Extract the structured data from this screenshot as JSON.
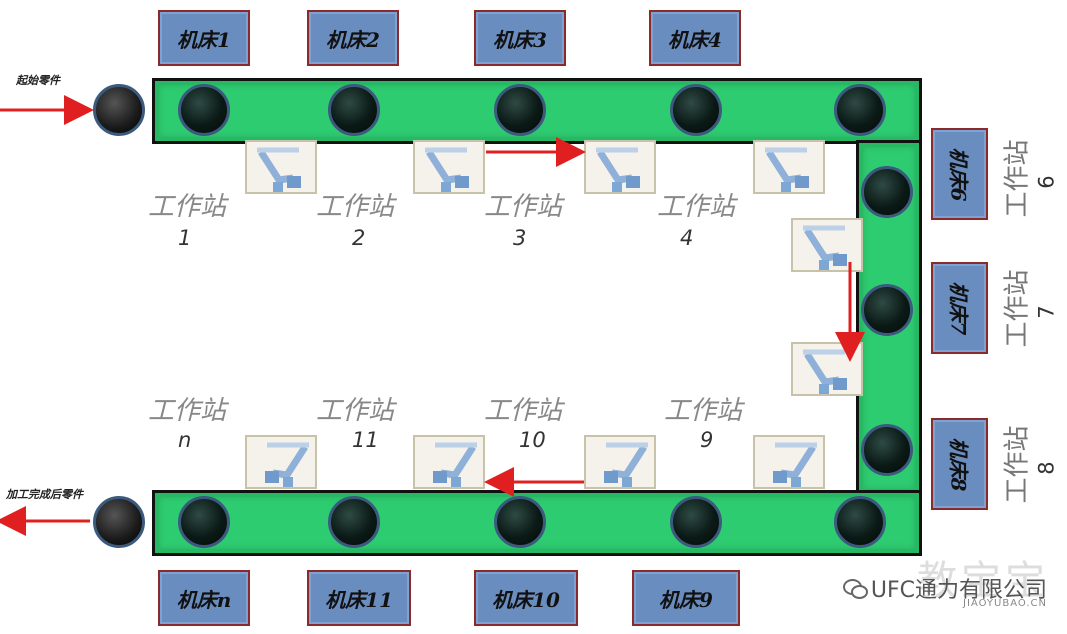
{
  "start_label": "起始零件",
  "end_label": "加工完成后零件",
  "top_machines": [
    "机床1",
    "机床2",
    "机床3",
    "机床4"
  ],
  "bottom_machines": [
    "机床n",
    "机床11",
    "机床10",
    "机床9"
  ],
  "right_machines": [
    "机床6",
    "机床7",
    "机床8"
  ],
  "station_word": "工作站",
  "top_stations": [
    "1",
    "2",
    "3",
    "4"
  ],
  "bottom_stations": [
    "n",
    "11",
    "10",
    "9"
  ],
  "right_stations": [
    "6",
    "7",
    "8"
  ],
  "watermark": {
    "text": "UFC通力有限公司",
    "big": "教宝宝",
    "sub": "JIAOYUBAO.CN"
  },
  "colors": {
    "conveyor": "#2ecc71",
    "machine": "#6a8dc0",
    "machine_border": "#8b2a2a",
    "arrow": "#e02020"
  }
}
